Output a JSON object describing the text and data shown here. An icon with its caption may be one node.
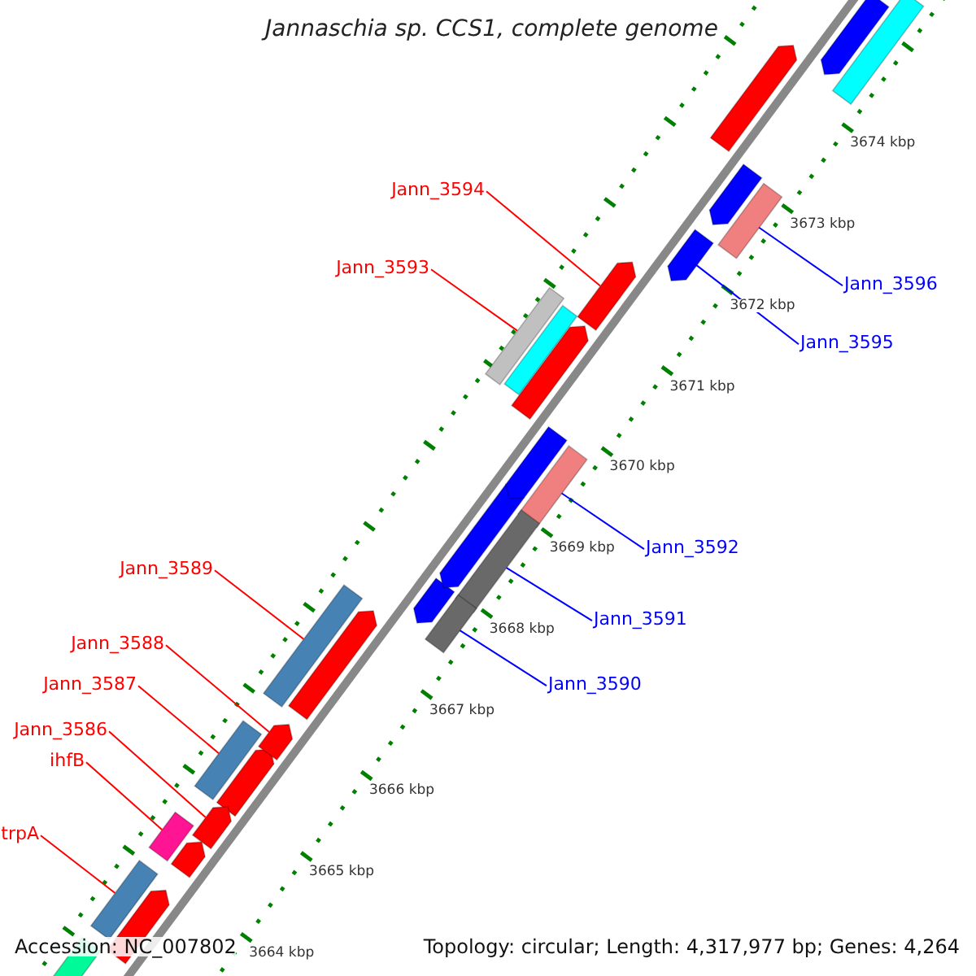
{
  "diagram": {
    "title": "Jannaschia sp. CCS1, complete genome",
    "nodes": [
      {
        "text": [
          "Jann_3594"
        ]
      },
      {
        "text": [
          "Jann_3593"
        ]
      },
      {
        "text": [
          "Jann_3596"
        ]
      },
      {
        "text": [
          "Jann_3595"
        ]
      },
      {
        "text": [
          "Jann_3592"
        ]
      },
      {
        "text": [
          "Jann_3589"
        ]
      },
      {
        "text": [
          "Jann_3591"
        ]
      },
      {
        "text": [
          "Jann_3588"
        ]
      },
      {
        "text": [
          "Jann_3587"
        ]
      },
      {
        "text": [
          "Jann_3590"
        ]
      },
      {
        "text": [
          "Jann_3586"
        ]
      },
      {
        "text": [
          "ihfB"
        ]
      },
      {
        "text": [
          "trpA"
        ]
      },
      {
        "text": [],
        "shape": "bar"
      },
      {
        "text": [],
        "shape": "bar"
      },
      {
        "text": [],
        "shape": "bar"
      },
      {
        "text": [],
        "shape": "bar"
      },
      {
        "text": [],
        "shape": "bar"
      },
      {
        "text": [],
        "shape": "bar"
      },
      {
        "text": [],
        "shape": "bar"
      },
      {
        "text": [],
        "shape": "bar"
      },
      {
        "text": [],
        "shape": "bar"
      },
      {
        "text": [],
        "shape": "bar"
      },
      {
        "text": [],
        "shape": "bar"
      },
      {
        "text": [],
        "shape": "bar"
      },
      {
        "text": [],
        "shape": "bar"
      }
    ],
    "edges": [
      {
        "from": 0,
        "to": 13,
        "arrow": "none"
      },
      {
        "from": 1,
        "to": 14,
        "arrow": "none"
      },
      {
        "from": 2,
        "to": 15,
        "arrow": "none",
        "color": "#0000ff"
      },
      {
        "from": 3,
        "to": 16,
        "arrow": "none",
        "color": "#0000ff"
      },
      {
        "from": 4,
        "to": 17,
        "arrow": "none",
        "color": "#0000ff"
      },
      {
        "from": 5,
        "to": 18,
        "arrow": "none"
      },
      {
        "from": 6,
        "to": 19,
        "arrow": "none",
        "color": "#0000ff"
      },
      {
        "from": 7,
        "to": 20,
        "arrow": "none"
      },
      {
        "from": 8,
        "to": 21,
        "arrow": "none"
      },
      {
        "from": 9,
        "to": 22,
        "arrow": "none",
        "color": "#0000ff"
      },
      {
        "from": 10,
        "to": 23,
        "arrow": "none"
      },
      {
        "from": 11,
        "to": 24,
        "arrow": "none"
      },
      {
        "from": 12,
        "to": 25,
        "arrow": "none"
      }
    ],
    "labels": [
      "3674 kbp",
      "3673 kbp",
      "3672 kbp",
      "3671 kbp",
      "3670 kbp",
      "3669 kbp",
      "3668 kbp",
      "3667 kbp",
      "3666 kbp",
      "3665 kbp",
      "3664 kbp",
      "Accession: NC_007802",
      "Topology: circular; Length: 4,317,977 bp; Genes: 4,264"
    ]
  }
}
